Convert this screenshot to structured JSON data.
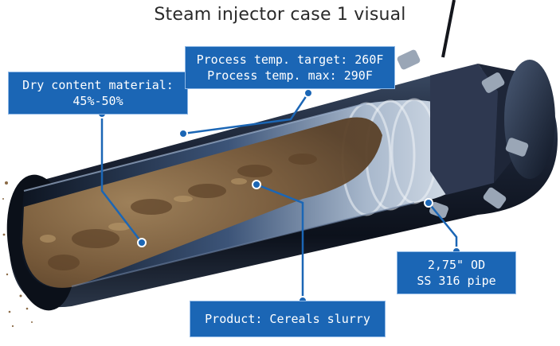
{
  "title": "Steam injector case 1 visual",
  "callouts": {
    "dry_content": {
      "line1": "Dry content material:",
      "line2": "45%-50%"
    },
    "process_temp": {
      "line1": "Process temp. target: 260F",
      "line2": "Process temp. max: 290F"
    },
    "pipe_spec": {
      "line1": "2,75\" OD",
      "line2": "SS 316 pipe"
    },
    "product": {
      "line1": "Product: Cereals slurry"
    }
  },
  "colors": {
    "callout_bg": "#1b66b5",
    "pipe_dark": "#0e1420",
    "slurry": "#8a6a45",
    "title_text": "#2a2a2a"
  }
}
